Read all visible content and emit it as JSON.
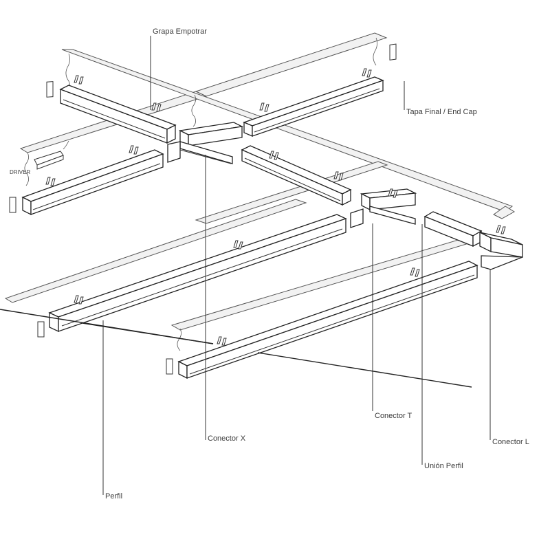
{
  "labels": {
    "grapa": "Grapa Empotrar",
    "tapa": "Tapa Final / End Cap",
    "driver": "DRIVER",
    "conector_x": "Conector X",
    "conector_t": "Conector T",
    "union": "Unión Perfil",
    "conector_l": "Conector L",
    "perfil": "Perfil"
  }
}
